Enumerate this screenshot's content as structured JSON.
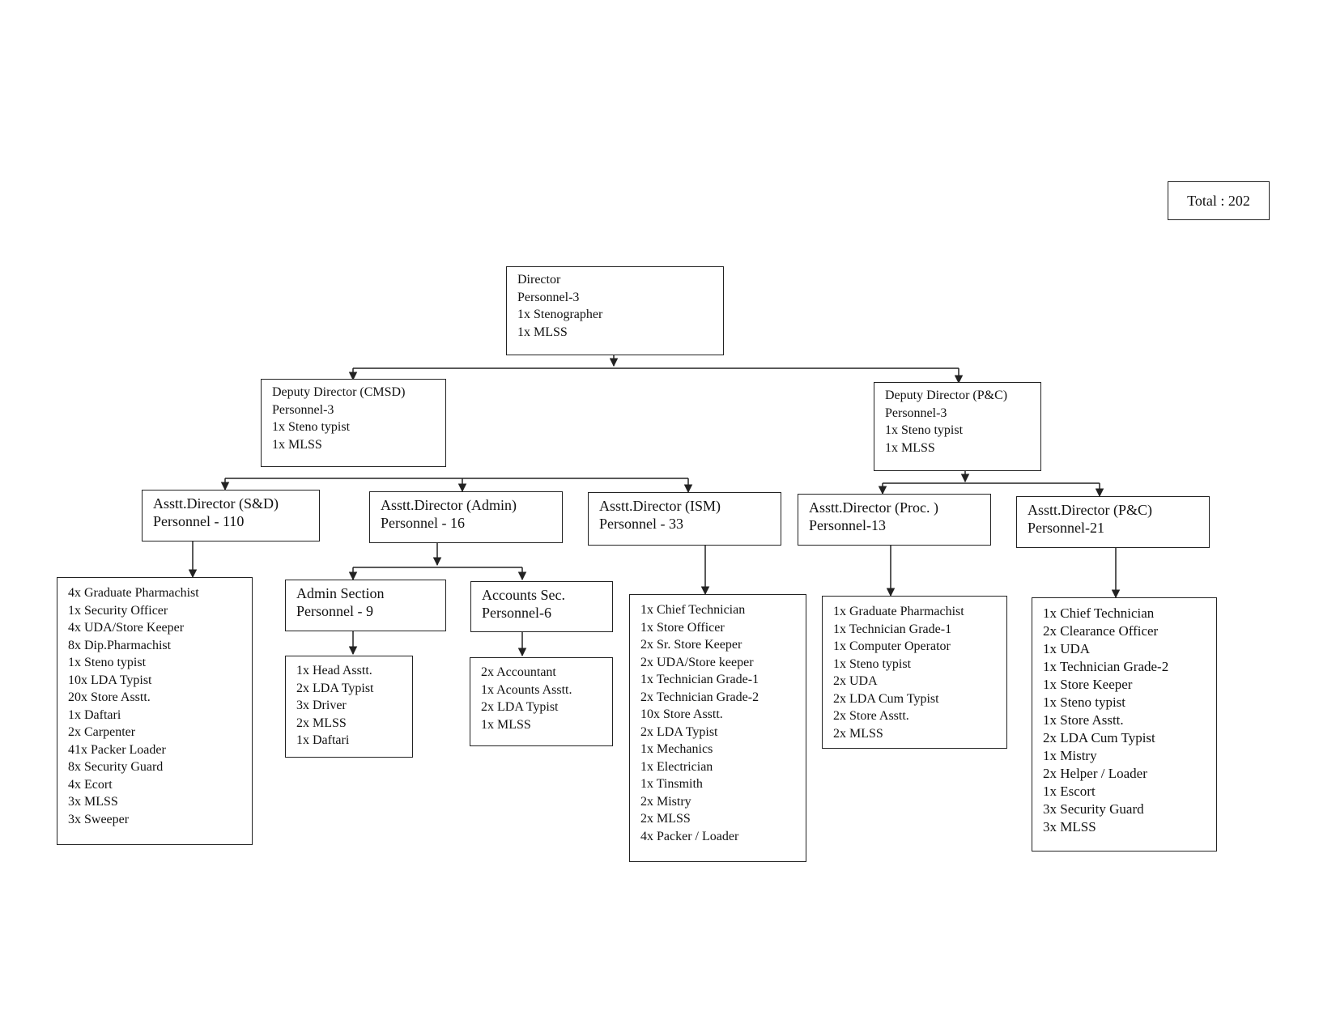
{
  "total": "Total : 202",
  "director": {
    "lines": [
      "Director",
      "Personnel-3",
      "1x Stenographer",
      "1x MLSS"
    ]
  },
  "deputy_cmsd": {
    "lines": [
      "Deputy Director (CMSD)",
      "Personnel-3",
      "1x Steno typist",
      "1x MLSS"
    ]
  },
  "deputy_pc": {
    "lines": [
      "Deputy Director (P&C)",
      "Personnel-3",
      "1x Steno typist",
      "1x MLSS"
    ]
  },
  "asstt_sd": {
    "lines": [
      "Asstt.Director (S&D)",
      "Personnel - 110"
    ]
  },
  "asstt_admin": {
    "lines": [
      "Asstt.Director (Admin)",
      "Personnel - 16"
    ]
  },
  "asstt_ism": {
    "lines": [
      "Asstt.Director (ISM)",
      "Personnel - 33"
    ]
  },
  "asstt_proc": {
    "lines": [
      "Asstt.Director (Proc. )",
      "Personnel-13"
    ]
  },
  "asstt_pc": {
    "lines": [
      "Asstt.Director (P&C)",
      "Personnel-21"
    ]
  },
  "admin_section": {
    "lines": [
      "Admin Section",
      "Personnel - 9"
    ]
  },
  "accounts_sec": {
    "lines": [
      "Accounts Sec.",
      "Personnel-6"
    ]
  },
  "sd_staff": {
    "lines": [
      "4x Graduate Pharmachist",
      "1x Security Officer",
      "4x UDA/Store Keeper",
      "8x Dip.Pharmachist",
      "1x Steno typist",
      "10x LDA Typist",
      "20x Store Asstt.",
      "1x Daftari",
      "2x Carpenter",
      "41x Packer Loader",
      "8x Security Guard",
      "4x Ecort",
      "3x MLSS",
      "3x Sweeper"
    ]
  },
  "admin_staff": {
    "lines": [
      "1x Head Asstt.",
      "2x LDA Typist",
      "3x Driver",
      "2x MLSS",
      "1x Daftari"
    ]
  },
  "accounts_staff": {
    "lines": [
      "2x Accountant",
      "1x Acounts Asstt.",
      "2x LDA Typist",
      "1x MLSS"
    ]
  },
  "ism_staff": {
    "lines": [
      "1x Chief Technician",
      "1x Store Officer",
      "2x Sr. Store Keeper",
      "2x UDA/Store keeper",
      "1x Technician Grade-1",
      "2x Technician Grade-2",
      "10x Store Asstt.",
      "2x LDA Typist",
      "1x Mechanics",
      "1x Electrician",
      "1x Tinsmith",
      "2x Mistry",
      "2x MLSS",
      "4x Packer / Loader"
    ]
  },
  "proc_staff": {
    "lines": [
      "1x Graduate Pharmachist",
      "1x Technician Grade-1",
      "1x Computer Operator",
      "1x Steno typist",
      "2x UDA",
      "2x LDA Cum Typist",
      "2x Store Asstt.",
      "2x MLSS"
    ]
  },
  "pc_staff": {
    "lines": [
      "1x Chief Technician",
      "2x Clearance Officer",
      "1x UDA",
      "1x Technician Grade-2",
      "1x Store Keeper",
      "1x Steno typist",
      "1x Store Asstt.",
      "2x LDA Cum Typist",
      "1x Mistry",
      "2x Helper / Loader",
      "1x Escort",
      "3x Security Guard",
      "3x MLSS"
    ]
  }
}
